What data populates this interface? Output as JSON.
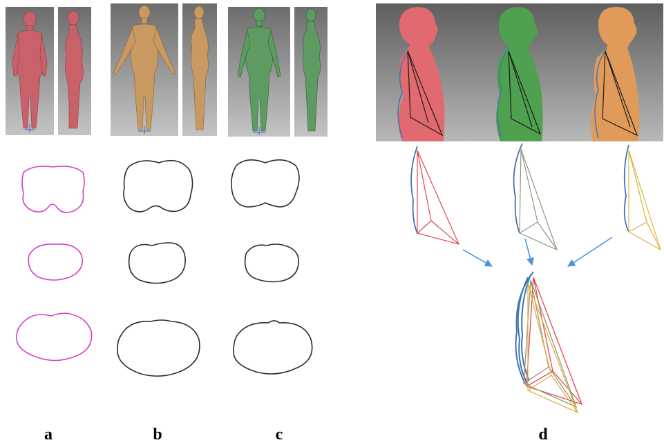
{
  "panel_labels": {
    "a": "a",
    "b": "b",
    "c": "c",
    "d": "d"
  },
  "colors": {
    "model_a": "#c9616a",
    "model_b": "#c89a62",
    "model_c": "#5d9b62",
    "silhouette_a": "#e06a6f",
    "silhouette_b": "#4fa04f",
    "silhouette_c": "#e09a5a",
    "contour_a": "#d43ec6",
    "contour_bc": "#2b2b2b",
    "spine_curve": "#3f74b8",
    "wire_a": "#e0484c",
    "wire_b": "#8d987e",
    "wire_c": "#e0b040",
    "arrow": "#4f94d4",
    "render_bg_top": "#6d6d6d",
    "render_bg_bottom": "#c4c4c4"
  }
}
